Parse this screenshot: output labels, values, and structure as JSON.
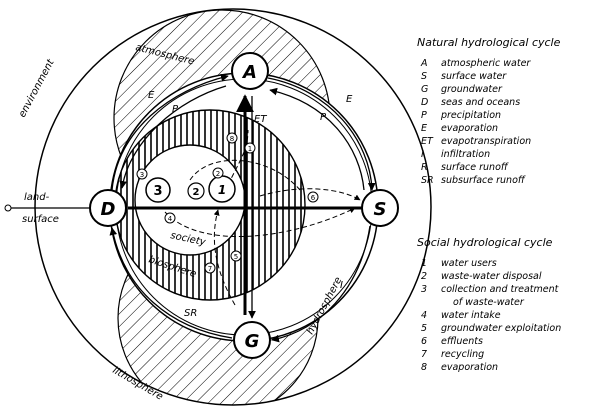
{
  "nodes": {
    "A": "A",
    "S": "S",
    "G": "G",
    "D": "D"
  },
  "social_nodes": [
    "1",
    "2",
    "3"
  ],
  "regions": {
    "environment": "environment",
    "atmosphere": "atmosphere",
    "biosphere": "biosphere",
    "society": "society",
    "hydrosphere": "hydrosphere",
    "lithosphere": "lithosphere",
    "land_surface": [
      "land-",
      "surface"
    ]
  },
  "flow_labels": {
    "E_left": "E",
    "P_left": "P",
    "ET": "ET",
    "P_right": "P",
    "E_right": "E",
    "I": "I",
    "SR": "SR"
  },
  "circle_markers": [
    "1",
    "2",
    "3",
    "4",
    "5",
    "6",
    "7",
    "8"
  ],
  "legend": {
    "natural_title": "Natural hydrological cycle",
    "natural_items": [
      {
        "key": "A",
        "text": "atmospheric water"
      },
      {
        "key": "S",
        "text": "surface water"
      },
      {
        "key": "G",
        "text": "groundwater"
      },
      {
        "key": "D",
        "text": "seas and oceans"
      },
      {
        "key": "P",
        "text": "precipitation"
      },
      {
        "key": "E",
        "text": "evaporation"
      },
      {
        "key": "ET",
        "text": "evapotranspiration"
      },
      {
        "key": "I",
        "text": "infiltration"
      },
      {
        "key": "R",
        "text": "surface runoff"
      },
      {
        "key": "SR",
        "text": "subsurface runoff"
      }
    ],
    "social_title": "Social hydrological cycle",
    "social_items": [
      {
        "key": "1",
        "text": "water users"
      },
      {
        "key": "2",
        "text": "waste-water disposal"
      },
      {
        "key": "3",
        "text": "collection and treatment"
      },
      {
        "key": "",
        "text": "of waste-water"
      },
      {
        "key": "4",
        "text": "water intake"
      },
      {
        "key": "5",
        "text": "groundwater exploitation"
      },
      {
        "key": "6",
        "text": "effluents"
      },
      {
        "key": "7",
        "text": "recycling"
      },
      {
        "key": "8",
        "text": "evaporation"
      }
    ]
  }
}
